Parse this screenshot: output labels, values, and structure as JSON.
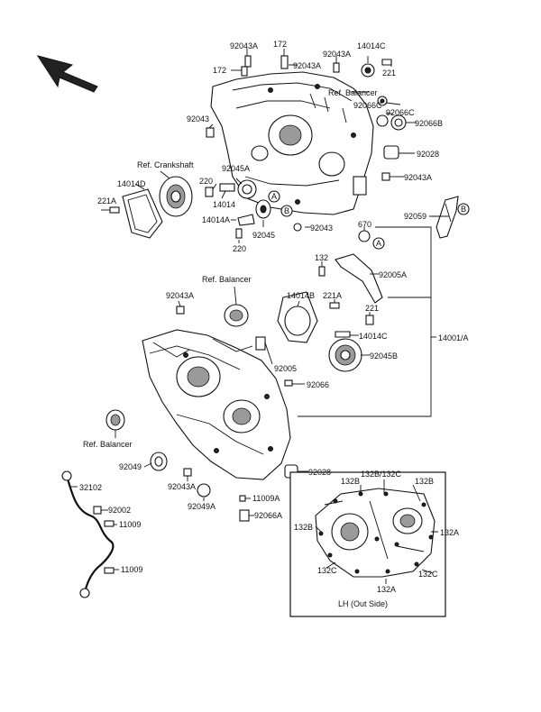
{
  "labels": {
    "p92043A_1": "92043A",
    "p172_1": "172",
    "p172_2": "172",
    "p92043A_2": "92043A",
    "p92043A_3": "92043A",
    "p14014C_1": "14014C",
    "p221_1": "221",
    "ref_balancer_top": "Ref. Balancer",
    "p92043_1": "92043",
    "p92066C_1": "92066C",
    "p92066C_2": "92066C",
    "p92066B": "92066B",
    "ref_crankshaft": "Ref. Crankshaft",
    "p92028_1": "92028",
    "p14014D": "14014D",
    "p220_1": "220",
    "p92045A": "92045A",
    "p92043A_4": "92043A",
    "p14014": "14014",
    "p221A_1": "221A",
    "p14014A": "14014A",
    "p92059": "92059",
    "p92045": "92045",
    "p92043_2": "92043",
    "p220_2": "220",
    "p670": "670",
    "p132": "132",
    "p92005A": "92005A",
    "ref_balancer_mid": "Ref. Balancer",
    "p92043A_5": "92043A",
    "p14014B": "14014B",
    "p221A_2": "221A",
    "p221_2": "221",
    "p14014C_2": "14014C",
    "p14001A": "14001/A",
    "p92045B": "92045B",
    "p92005": "92005",
    "p92066": "92066",
    "ref_balancer_low": "Ref. Balancer",
    "p92049": "92049",
    "p92028_2": "92028",
    "p92043A_6": "92043A",
    "p32102": "32102",
    "p92049A": "92049A",
    "p11009A": "11009A",
    "p92002": "92002",
    "p92066A": "92066A",
    "p11009_1": "11009",
    "p11009_2": "11009",
    "i132B_1": "132B",
    "i132B_132C": "132B/132C",
    "i132B_2": "132B",
    "i132B_3": "132B",
    "i132A_1": "132A",
    "i132C_1": "132C",
    "i132C_2": "132C",
    "i132A_2": "132A",
    "inset_caption": "LH (Out Side)",
    "callout_A_1": "A",
    "callout_A_2": "A",
    "callout_B_1": "B",
    "callout_B_2": "B"
  }
}
